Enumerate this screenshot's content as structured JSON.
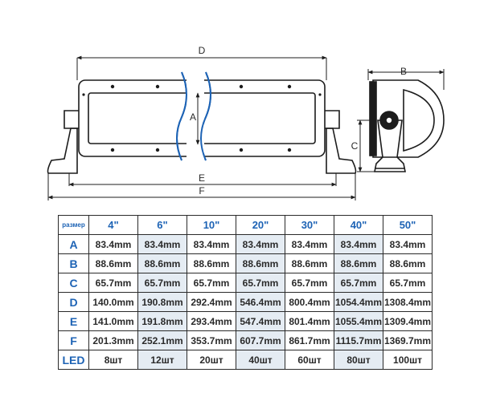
{
  "dimension_labels": {
    "A": "A",
    "B": "B",
    "C": "C",
    "D": "D",
    "E": "E",
    "F": "F"
  },
  "table": {
    "corner": "размер",
    "columns": [
      "4\"",
      "6\"",
      "10\"",
      "20\"",
      "30\"",
      "40\"",
      "50\""
    ],
    "rows": [
      {
        "label": "A",
        "values": [
          "83.4mm",
          "83.4mm",
          "83.4mm",
          "83.4mm",
          "83.4mm",
          "83.4mm",
          "83.4mm"
        ]
      },
      {
        "label": "B",
        "values": [
          "88.6mm",
          "88.6mm",
          "88.6mm",
          "88.6mm",
          "88.6mm",
          "88.6mm",
          "88.6mm"
        ]
      },
      {
        "label": "C",
        "values": [
          "65.7mm",
          "65.7mm",
          "65.7mm",
          "65.7mm",
          "65.7mm",
          "65.7mm",
          "65.7mm"
        ]
      },
      {
        "label": "D",
        "values": [
          "140.0mm",
          "190.8mm",
          "292.4mm",
          "546.4mm",
          "800.4mm",
          "1054.4mm",
          "1308.4mm"
        ]
      },
      {
        "label": "E",
        "values": [
          "141.0mm",
          "191.8mm",
          "293.4mm",
          "547.4mm",
          "801.4mm",
          "1055.4mm",
          "1309.4mm"
        ]
      },
      {
        "label": "F",
        "values": [
          "201.3mm",
          "252.1mm",
          "353.7mm",
          "607.7mm",
          "861.7mm",
          "1115.7mm",
          "1369.7mm"
        ]
      },
      {
        "label": "LED",
        "values": [
          "8шт",
          "12шт",
          "20шт",
          "40шт",
          "60шт",
          "80шт",
          "100шт"
        ]
      }
    ]
  },
  "colors": {
    "line": "#1c1c1c",
    "dimension": "#1d63b5",
    "label": "#2a2a2a"
  }
}
